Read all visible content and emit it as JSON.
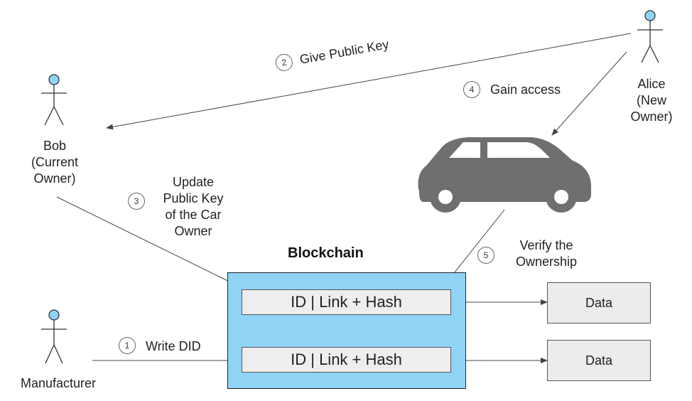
{
  "actors": {
    "bob": {
      "line1": "Bob",
      "line2": "(Current",
      "line3": "Owner)"
    },
    "alice": {
      "line1": "Alice",
      "line2": "(New",
      "line3": "Owner)"
    },
    "manufacturer": {
      "label": "Manufacturer"
    }
  },
  "steps": [
    {
      "number": "1",
      "label": "Write DID"
    },
    {
      "number": "2",
      "label": "Give Public Key"
    },
    {
      "number": "3",
      "line1": "Update",
      "line2": "Public Key",
      "line3": "of the Car",
      "line4": "Owner"
    },
    {
      "number": "4",
      "label": "Gain access"
    },
    {
      "number": "5",
      "line1": "Verify the",
      "line2": "Ownership"
    }
  ],
  "blockchain": {
    "title": "Blockchain",
    "records": [
      "ID | Link + Hash",
      "ID | Link + Hash"
    ]
  },
  "data_boxes": [
    "Data",
    "Data"
  ],
  "colors": {
    "blockchain_fill": "#8fd3f5",
    "actor_head": "#8fd3f5",
    "car": "#6f6f6f",
    "record_fill": "#eeeeee",
    "data_fill": "#ececec"
  },
  "icons": [
    "stick-figure-icon",
    "car-icon",
    "arrow-icon"
  ]
}
